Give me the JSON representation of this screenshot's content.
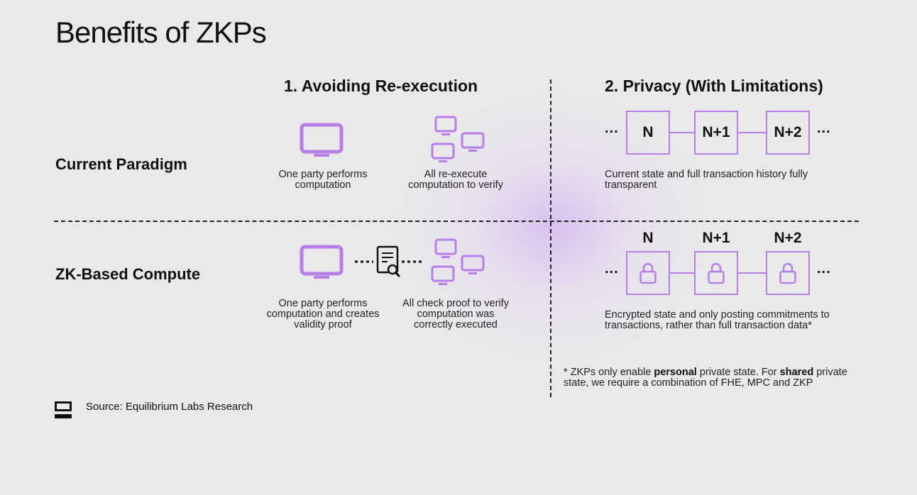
{
  "title": "Benefits of ZKPs",
  "columns": {
    "col1": "1. Avoiding Re-execution",
    "col2": "2. Privacy (With Limitations)"
  },
  "rows": {
    "row1": "Current Paradigm",
    "row2": "ZK-Based Compute"
  },
  "current": {
    "one_party": "One party performs computation",
    "all_reexecute": "All re-execute computation to verify",
    "privacy_caption": "Current state and full transaction history fully transparent",
    "blocks": [
      "N",
      "N+1",
      "N+2"
    ],
    "ellipsis": "..."
  },
  "zk": {
    "one_party": "One party performs computation and creates validity proof",
    "all_check": "All check proof to verify computation was correctly executed",
    "privacy_caption": "Encrypted state and only posting commitments to transactions, rather than full transaction data*",
    "blocks": [
      "N",
      "N+1",
      "N+2"
    ],
    "ellipsis": "..."
  },
  "footnote": {
    "part1": "* ZKPs only enable ",
    "bold1": "personal",
    "part2": " private state. For ",
    "bold2": "shared",
    "part3": " private state, we require a combination of FHE, MPC and ZKP"
  },
  "source": "Source: Equilibrium Labs Research",
  "colors": {
    "accent": "#b87ee8",
    "background": "#e9e9e9",
    "text": "#111111"
  },
  "icons": [
    "monitor-icon",
    "multi-monitor-icon",
    "document-search-icon",
    "lock-icon",
    "logo-icon"
  ]
}
